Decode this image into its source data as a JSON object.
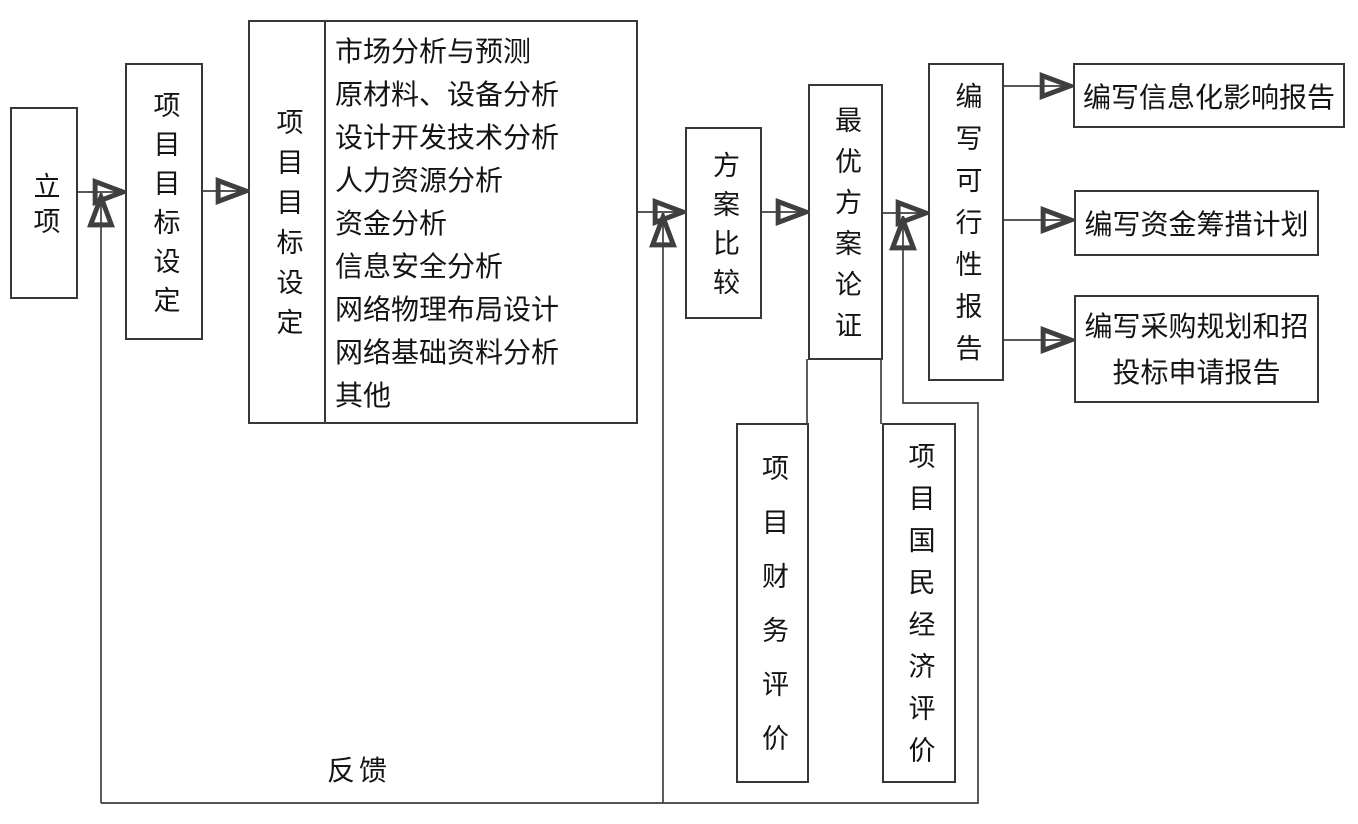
{
  "nodes": {
    "project_initiation": {
      "label": "立项"
    },
    "goal_setting": {
      "label": "项目目标设定"
    },
    "goal_detail": {
      "side_label": "项目目标设定",
      "items": [
        "市场分析与预测",
        "原材料、设备分析",
        "设计开发技术分析",
        "人力资源分析",
        "资金分析",
        "信息安全分析",
        "网络物理布局设计",
        "网络基础资料分析",
        "其他"
      ]
    },
    "scheme_comparison": {
      "label": "方案比较"
    },
    "optimal_scheme_demonstration": {
      "label": "最优方案论证"
    },
    "feasibility_report": {
      "label": "编写可行性报告"
    },
    "financial_evaluation": {
      "label": "项目财务评价"
    },
    "national_economic_evaluation": {
      "label": "项目国民经济评价"
    },
    "info_impact_report": {
      "label": "编写信息化影响报告"
    },
    "funding_plan": {
      "label": "编写资金筹措计划"
    },
    "procurement_bidding_report": {
      "label": "编写采购规划和招投标申请报告"
    }
  },
  "labels": {
    "feedback": "反馈"
  },
  "colors": {
    "line": "#3f3f3f",
    "arrowhead_fill": "#cfcfcf",
    "text": "#141414",
    "background": "#ffffff"
  }
}
